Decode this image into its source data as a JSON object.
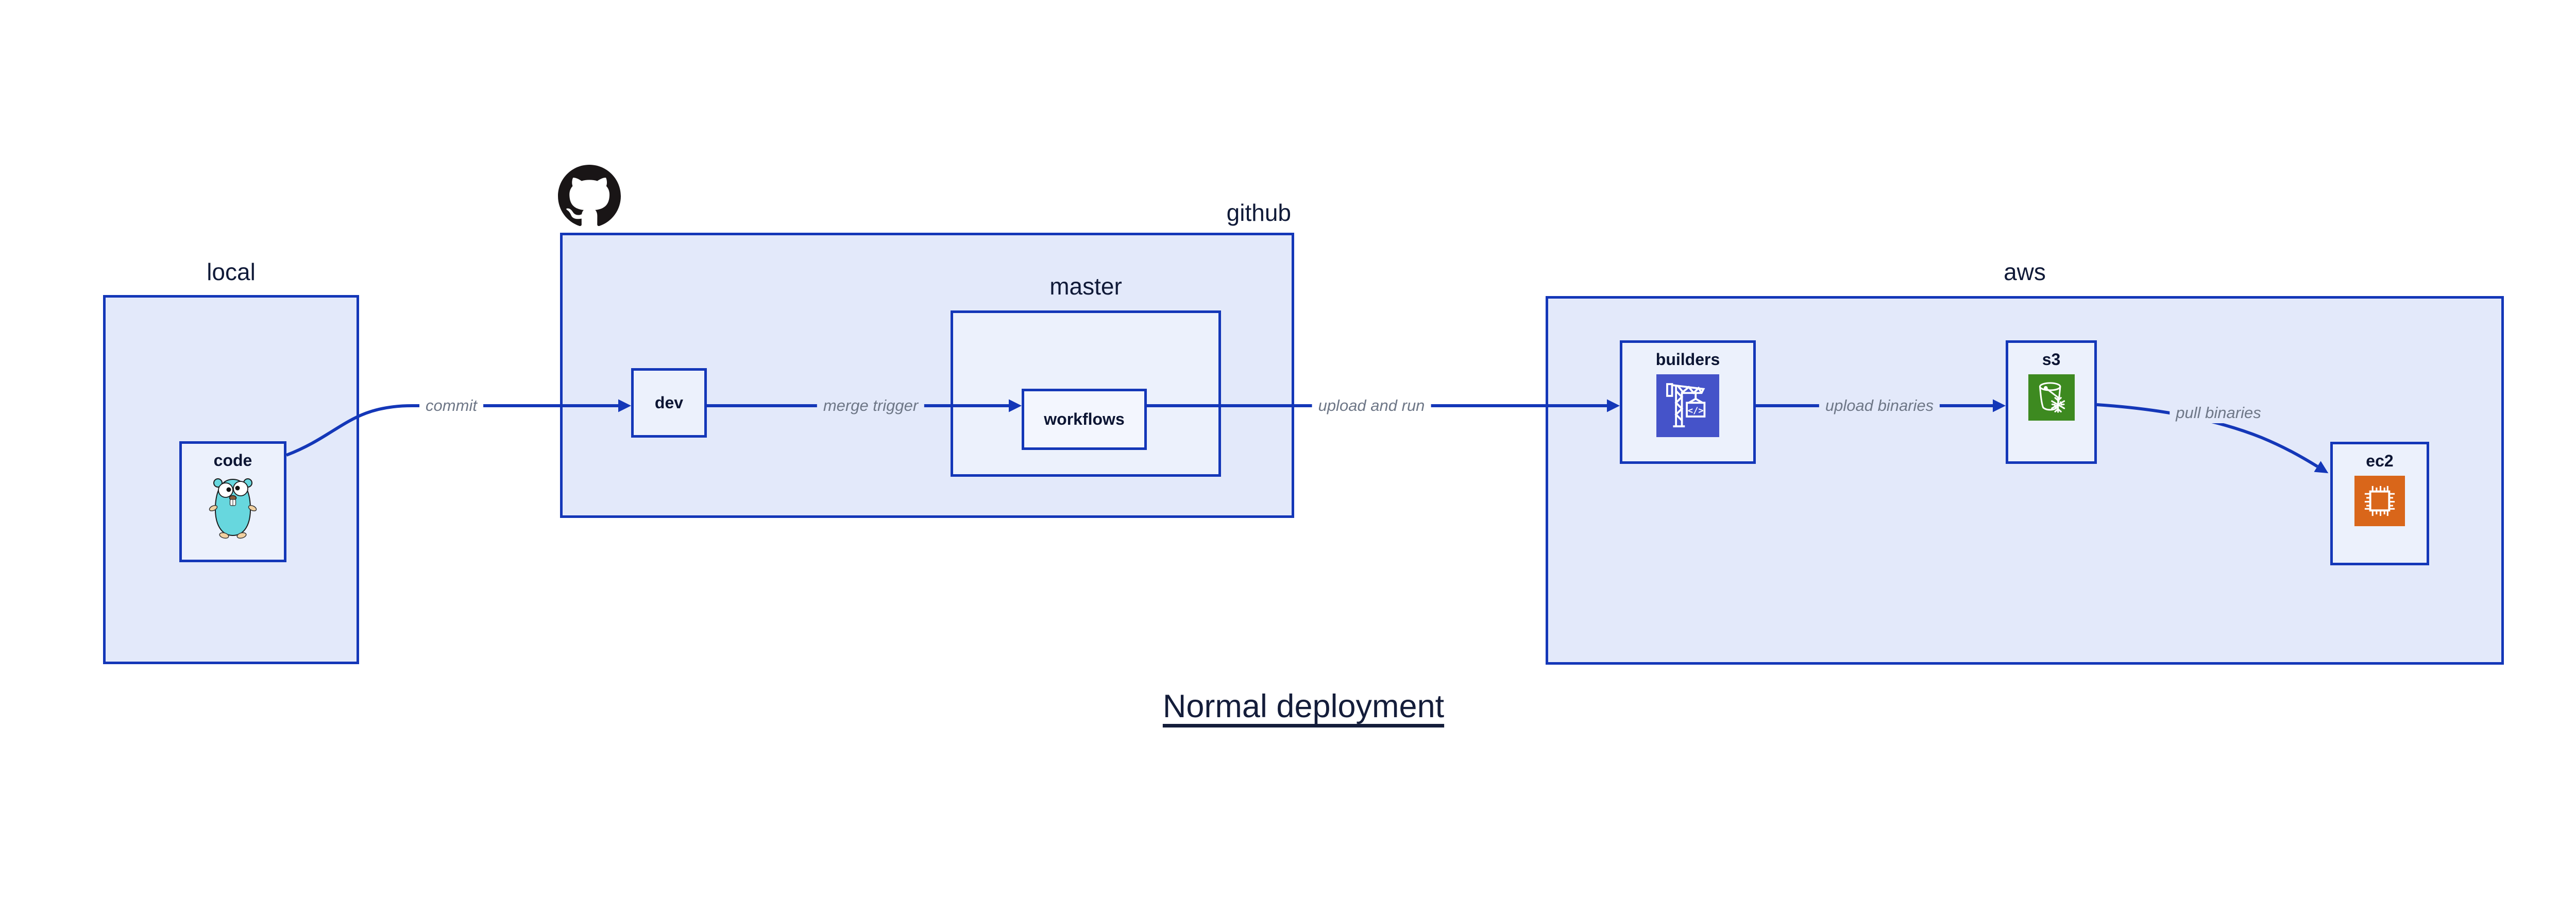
{
  "title": {
    "text": "Normal deployment"
  },
  "containers": {
    "local": {
      "label": "local"
    },
    "github": {
      "label": "github",
      "icon": "github-octocat-icon"
    },
    "master": {
      "label": "master"
    },
    "aws": {
      "label": "aws"
    }
  },
  "nodes": {
    "code": {
      "label": "code",
      "icon": "go-gopher-icon"
    },
    "dev": {
      "label": "dev"
    },
    "workflows": {
      "label": "workflows"
    },
    "builders": {
      "label": "builders",
      "icon": "aws-codebuild-icon"
    },
    "s3": {
      "label": "s3",
      "icon": "aws-s3-glacier-icon"
    },
    "ec2": {
      "label": "ec2",
      "icon": "aws-ec2-icon"
    }
  },
  "edges": {
    "commit": {
      "label": "commit",
      "from": "code",
      "to": "dev"
    },
    "merge_trigger": {
      "label": "merge trigger",
      "from": "dev",
      "to": "workflows"
    },
    "upload_and_run": {
      "label": "upload and run",
      "from": "workflows",
      "to": "builders"
    },
    "upload_binaries": {
      "label": "upload binaries",
      "from": "builders",
      "to": "s3"
    },
    "pull_binaries": {
      "label": "pull binaries",
      "from": "s3",
      "to": "ec2"
    }
  },
  "colors": {
    "edge_blue": "#1437b8",
    "container_fill": "#e3e9fa",
    "node_fill": "#ecf1fc",
    "node_fill_nested": "#f3f6fe",
    "label_navy": "#101a38",
    "edge_label_gray": "#6e7787",
    "codebuild_purple": "#4553c9",
    "s3_green": "#3d8a20",
    "ec2_orange": "#d9661a",
    "octocat_black": "#191516",
    "gopher_teal": "#67d7de"
  }
}
